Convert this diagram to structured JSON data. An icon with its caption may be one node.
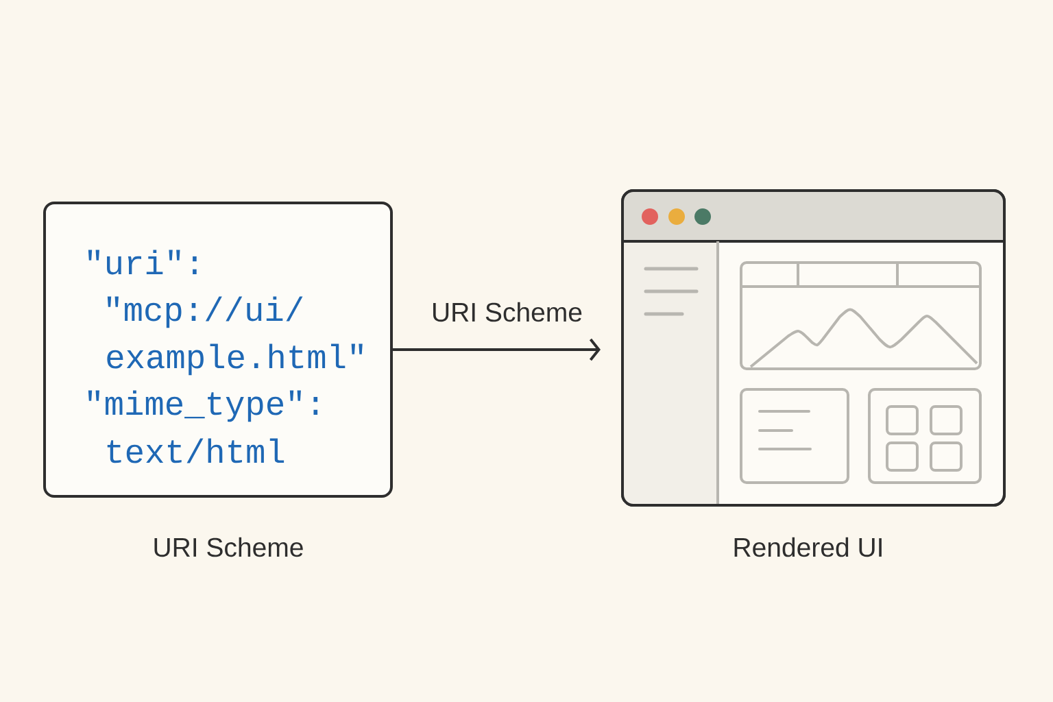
{
  "diagram": {
    "nodes": [
      {
        "text": [
          "\"uri\":",
          "\"mcp://ui/",
          "example.html\"",
          "\"mime_type\":",
          "text/html"
        ],
        "beside": [
          "URI Scheme"
        ]
      },
      {
        "text": [],
        "shape": "picture",
        "beside": [
          "Rendered UI"
        ]
      }
    ],
    "edges": [
      {
        "from": 0,
        "to": 1,
        "arrow": "to",
        "label": "URI Scheme"
      }
    ]
  }
}
